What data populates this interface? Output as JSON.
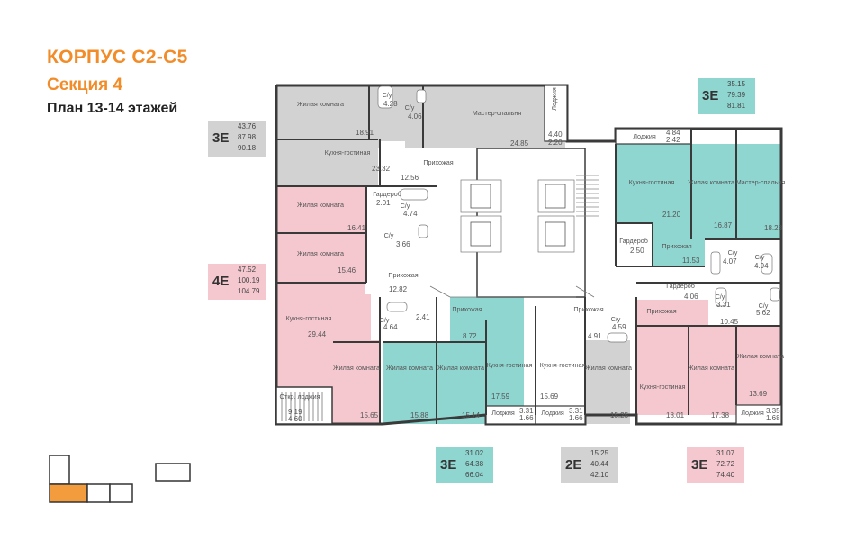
{
  "header": {
    "title": "КОРПУС С2-С5",
    "section": "Секция 4",
    "plan": "План 13-14 этажей"
  },
  "colors": {
    "gray": "#d2d2d2",
    "pink": "#f5c8cf",
    "teal": "#8fd5d0",
    "orange": "#f39c3d",
    "hall": "#ffffff"
  },
  "badges": [
    {
      "id": "b1",
      "code": "3E",
      "v1": "43.76",
      "v2": "87.98",
      "v3": "90.18",
      "color": "gray"
    },
    {
      "id": "b2",
      "code": "3E",
      "v1": "35.15",
      "v2": "79.39",
      "v3": "81.81",
      "color": "teal"
    },
    {
      "id": "b3",
      "code": "4E",
      "v1": "47.52",
      "v2": "100.19",
      "v3": "104.79",
      "color": "pink"
    },
    {
      "id": "b4",
      "code": "3E",
      "v1": "31.02",
      "v2": "64.38",
      "v3": "66.04",
      "color": "teal"
    },
    {
      "id": "b5",
      "code": "2E",
      "v1": "15.25",
      "v2": "40.44",
      "v3": "42.10",
      "color": "gray"
    },
    {
      "id": "b6",
      "code": "3E",
      "v1": "31.07",
      "v2": "72.72",
      "v3": "74.40",
      "color": "pink"
    }
  ],
  "rooms": {
    "a1_living": "Жилая комната",
    "a1_living_area": "18.91",
    "a1_bath1": "С/у",
    "a1_bath1_area": "4.28",
    "a1_bath2": "С/у",
    "a1_bath2_area": "4.06",
    "a1_master": "Мастер-спальня",
    "a1_master_area": "24.85",
    "a1_loggia": "Лоджия",
    "a1_loggia_area1": "4.40",
    "a1_loggia_area2": "2.20",
    "a1_kitchen": "Кухня-гостиная",
    "a1_kitchen_area": "23.32",
    "a1_hall": "Прихожая",
    "a1_hall_area": "12.56",
    "a2_living1": "Жилая комната",
    "a2_living1_area": "16.41",
    "a2_ward": "Гардероб",
    "a2_ward_area": "2.01",
    "a2_bath1": "С/у",
    "a2_bath1_area": "4.74",
    "a2_bath2": "С/у",
    "a2_bath2_area": "3.66",
    "a2_living2": "Жилая комната",
    "a2_living2_area": "15.46",
    "a2_hall": "Прихожая",
    "a2_hall_area": "12.82",
    "a2_kitchen": "Кухня-гостиная",
    "a2_kitchen_area": "29.44",
    "a2_living3": "Жилая комната",
    "a2_living3_area": "15.65",
    "a2_loggia": "Откр. лоджия",
    "a2_loggia_area1": "9.19",
    "a2_loggia_area2": "4.60",
    "a3_bath": "С/у",
    "a3_bath_area": "4.64",
    "a3_hallarea": "2.41",
    "a3_hall": "Прихожая",
    "a3_living1": "Жилая комната",
    "a3_living1_area": "15.88",
    "a3_living2": "Жилая комната",
    "a3_living2_area": "15.14",
    "a3_kitchen_area0": "8.72",
    "a3_kitchen": "Кухня-гостиная",
    "a3_kitchen_area": "17.59",
    "a3_loggia": "Лоджия",
    "a3_loggia_area1": "3.31",
    "a3_loggia_area2": "1.66",
    "a4_hall": "Прихожая",
    "a4_hall_area": "4.91",
    "a4_bath": "С/у",
    "a4_bath_area": "4.59",
    "a4_kitchen": "Кухня-гостиная",
    "a4_kitchen_area": "15.69",
    "a4_living": "Жилая комната",
    "a4_living_area": "15.25",
    "a4_loggia": "Лоджия",
    "a4_loggia_area1": "3.31",
    "a4_loggia_area2": "1.66",
    "a5_loggia": "Лоджия",
    "a5_loggia_area1": "4.84",
    "a5_loggia_area2": "2.42",
    "a5_kitchen": "Кухня-гостиная",
    "a5_kitchen_area": "21.20",
    "a5_living": "Жилая комната",
    "a5_living_area": "16.87",
    "a5_master": "Мастер-спальня",
    "a5_master_area": "18.28",
    "a5_ward": "Гардероб",
    "a5_ward_area": "2.50",
    "a5_hall": "Прихожая",
    "a5_hall_area": "11.53",
    "a5_bath1": "С/у",
    "a5_bath1_area": "4.07",
    "a5_bath2": "С/у",
    "a5_bath2_area": "4.94",
    "a6_ward": "Гардероб",
    "a6_ward_area": "4.06",
    "a6_bath1": "С/у",
    "a6_bath1_area": "3.31",
    "a6_bath2": "С/у",
    "a6_bath2_area": "5.62",
    "a6_hall": "Прихожая",
    "a6_hall_area": "10.45",
    "a6_kitchen": "Кухня-гостиная",
    "a6_kitchen_area": "18.01",
    "a6_living": "Жилая комната",
    "a6_living_area": "17.38",
    "a6_living2": "Жилая комната",
    "a6_living2_area": "13.69",
    "a6_loggia": "Лоджия",
    "a6_loggia_area1": "3.35",
    "a6_loggia_area2": "1.68"
  },
  "key_plan": {
    "highlighted_section": "section-4"
  }
}
